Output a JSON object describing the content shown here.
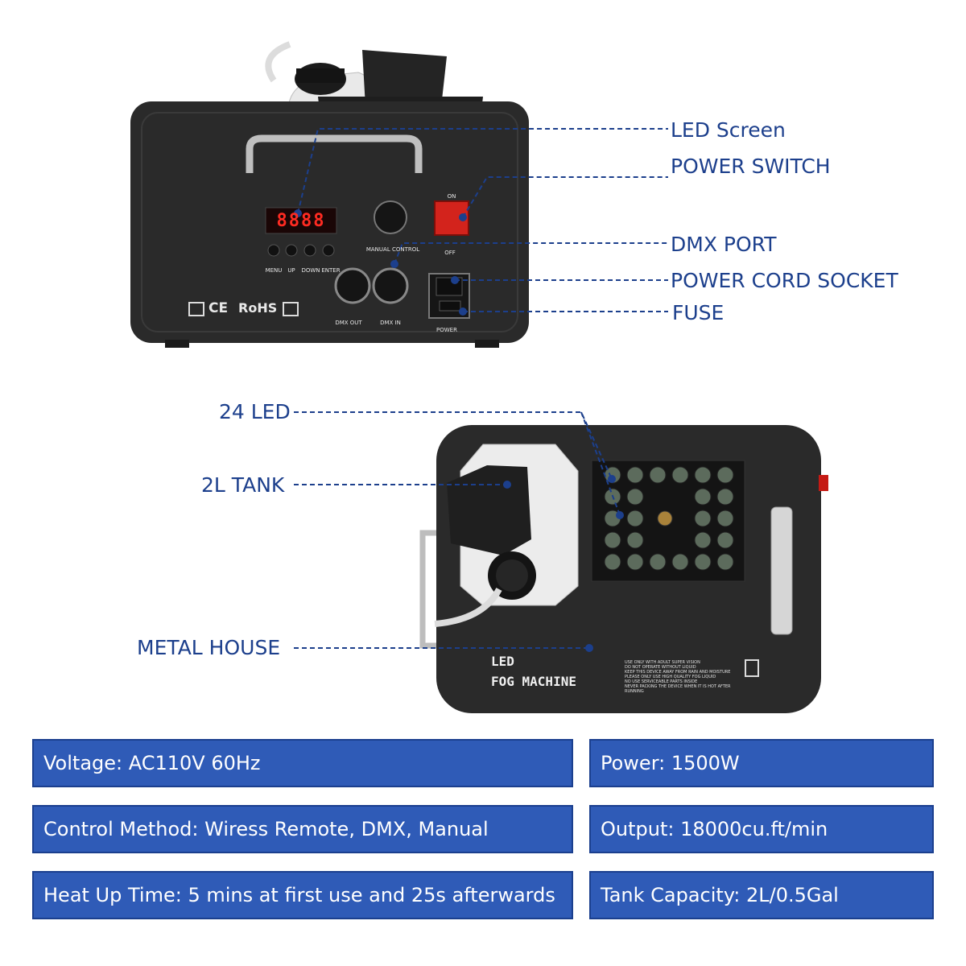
{
  "colors": {
    "accent": "#2f5bb7",
    "label_text": "#1c3f8c",
    "leader_line": "#1c3f8c",
    "device_body": "#2a2a2a",
    "led_display": "#e0201a",
    "power_switch": "#d3231c"
  },
  "callouts": {
    "led_screen": "LED Screen",
    "power_switch": "POWER SWITCH",
    "dmx_port": "DMX PORT",
    "power_cord_socket": "POWER CORD SOCKET",
    "fuse": "FUSE",
    "led_24": "24 LED",
    "tank_2l": "2L TANK",
    "metal_house": "METAL HOUSE"
  },
  "back_panel": {
    "led_display": "8888",
    "buttons": [
      "MENU",
      "UP",
      "DOWN",
      "ENTER"
    ],
    "manual_control": "MANUAL CONTROL",
    "switch_on": "ON",
    "switch_off": "OFF",
    "dmx_out": "DMX OUT",
    "dmx_in": "DMX IN",
    "power": "POWER",
    "certs": [
      "CE",
      "RoHS"
    ]
  },
  "side_panel": {
    "brand_line1": "LED",
    "brand_line2": "FOG MACHINE",
    "warnings": [
      "USE ONLY WITH ADULT SUPER VISION",
      "DO NOT OPERATE WITHOUT LIQUID",
      "KEEP THIS DEVICE AWAY FROM RAIN AND MOISTURE",
      "PLEASE ONLY USE HIGH QUALITY FOG LIQUID",
      "NO USE SERVICEABLE PARTS INSIDE",
      "NEVER PACKING THE DEVICE WHEN IT IS HOT AFTER RUNNING"
    ]
  },
  "specs": [
    "Voltage: AC110V 60Hz",
    "Power: 1500W",
    "Control Method: Wiress Remote, DMX, Manual",
    "Output: 18000cu.ft/min",
    "Heat Up Time: 5 mins at first use and 25s afterwards",
    "Tank Capacity: 2L/0.5Gal"
  ]
}
